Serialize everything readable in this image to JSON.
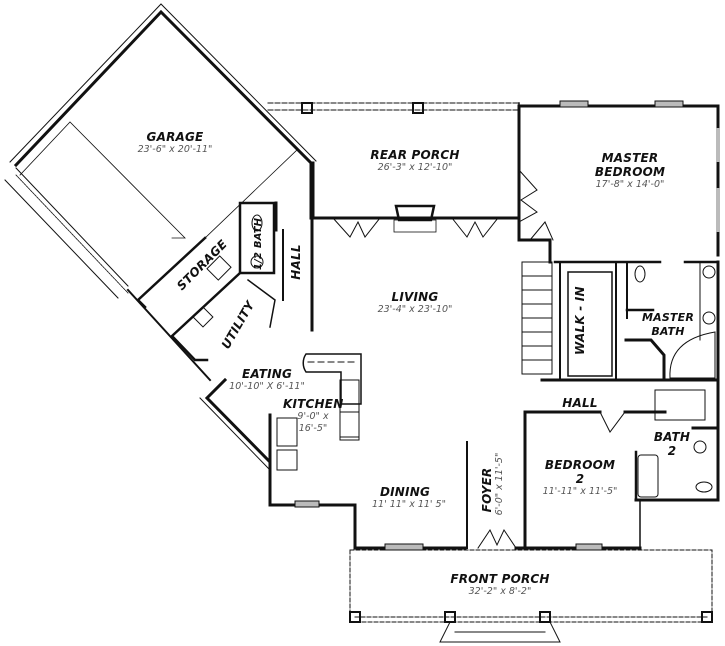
{
  "plan": {
    "type": "house floor plan",
    "colors": {
      "wall": "#111111",
      "background": "#ffffff",
      "dimension_text": "#555555",
      "label_text": "#111111",
      "window": "#888888"
    }
  },
  "rooms": {
    "garage": {
      "name": "GARAGE",
      "dims": "23'-6\" x 20'-11\""
    },
    "rear_porch": {
      "name": "REAR PORCH",
      "dims": "26'-3\" x 12'-10\""
    },
    "master_bedroom": {
      "name_line1": "MASTER",
      "name_line2": "BEDROOM",
      "dims": "17'-8\" x 14'-0\""
    },
    "half_bath": {
      "name": "1/2 BATH"
    },
    "hall_west": {
      "name": "HALL"
    },
    "storage": {
      "name": "STORAGE"
    },
    "utility": {
      "name": "UTILITY"
    },
    "living": {
      "name": "LIVING",
      "dims": "23'-4\" x 23'-10\""
    },
    "walk_in": {
      "name": "WALK - IN"
    },
    "master_bath": {
      "name_line1": "MASTER",
      "name_line2": "BATH"
    },
    "eating": {
      "name": "EATING",
      "dims": "10'-10\" X 6'-11\""
    },
    "kitchen": {
      "name": "KITCHEN",
      "dims_line1": "9'-0\" x",
      "dims_line2": "16'-5\""
    },
    "hall_east": {
      "name": "HALL"
    },
    "bath_2": {
      "name_line1": "BATH",
      "name_line2": "2"
    },
    "bedroom_2": {
      "name_line1": "BEDROOM",
      "name_line2": "2",
      "dims": "11'-11\" x 11'-5\""
    },
    "dining": {
      "name": "DINING",
      "dims": "11' 11\" x 11' 5\""
    },
    "foyer": {
      "name": "FOYER",
      "dims": "6'-0\" x 11'-5\""
    },
    "front_porch": {
      "name": "FRONT PORCH",
      "dims": "32'-2\" x 8'-2\""
    }
  }
}
